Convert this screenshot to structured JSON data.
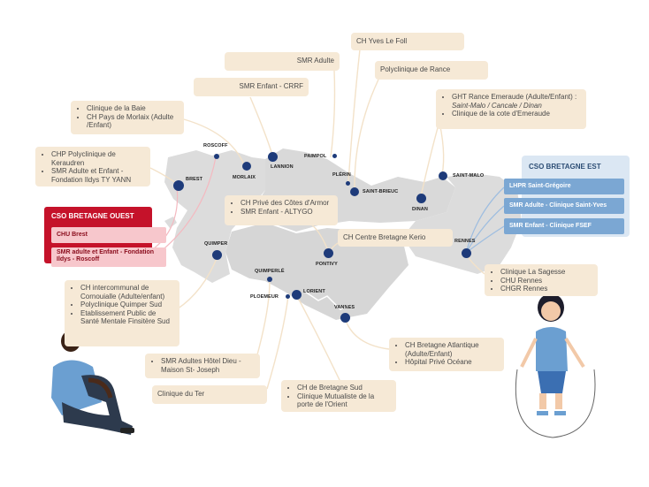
{
  "cities": {
    "roscoff": "ROSCOFF",
    "morlaix": "MORLAIX",
    "lannion": "LANNION",
    "paimpol": "PAIMPOL",
    "brest": "BREST",
    "plerin": "PLÉRIN",
    "saint_brieuc": "SAINT-BRIEUC",
    "saint_malo": "SAINT-MALO",
    "dinan": "DINAN",
    "rennes": "RENNES",
    "quimper": "QUIMPER",
    "pontivy": "PONTIVY",
    "quimperle": "QUIMPERLÉ",
    "ploemeur": "PLOEMEUR",
    "lorient": "LORIENT",
    "vannes": "VANNES"
  },
  "boxes": {
    "ch_yves": "CH Yves Le Foll",
    "smr_adulte": "SMR Adulte",
    "poly_rance": "Polyclinique de Rance",
    "smr_enfant_crrf": "SMR Enfant - CRRF",
    "morlaix": [
      "Clinique de la Baie",
      "CH Pays de Morlaix (Adulte /Enfant)"
    ],
    "ght_rance": {
      "line1": "GHT Rance Emeraude (Adulte/Enfant) : ",
      "line1_italic": "Saint-Malo / Cancale / Dinan",
      "line2": "Clinique de la cote d'Emeraude"
    },
    "brest": [
      "CHP Polyclinique de Keraudren",
      "SMR Adulte et Enfant - Fondation Ildys TY YANN"
    ],
    "stbrieuc": [
      "CH Privé des Côtes d'Armor",
      "SMR Enfant - ALTYGO"
    ],
    "kerio": "CH Centre Bretagne Kerio",
    "rennes": [
      "Clinique La Sagesse",
      "CHU Rennes",
      "CHGR Rennes"
    ],
    "quimper": [
      "CH intercommunal de Cornouialle (Adulte/enfant)",
      "Polyclinique Quimper Sud",
      "Etablissement Public de Santé Mentale Finsitère Sud"
    ],
    "vannes": [
      "CH Bretagne Atlantique (Adulte/Enfant)",
      "Hôpital Privé Océane"
    ],
    "hotel_dieu": [
      "SMR Adultes Hôtel Dieu - Maison St- Joseph"
    ],
    "ter": "Clinique du Ter",
    "lorient": [
      "CH de Bretagne Sud",
      "Clinique Mutualiste de la porte de l'Orient"
    ]
  },
  "cso_ouest": {
    "title": "CSO BRETAGNE OUEST",
    "items": [
      "CHU Brest",
      "SMR adulte et Enfant - Fondation Ildys - Roscoff"
    ]
  },
  "cso_est": {
    "title": "CSO BRETAGNE EST",
    "items": [
      "LHPR Saint-Grégoire",
      "SMR Adulte - Clinique Saint-Yves",
      "SMR Enfant - Clinique FSEF"
    ]
  },
  "colors": {
    "map_fill": "#dcdcdc",
    "dot": "#1e3b7a",
    "box": "#f6e9d6",
    "cso_ouest": "#c5122a",
    "cso_est_item": "#7ba7d3"
  }
}
